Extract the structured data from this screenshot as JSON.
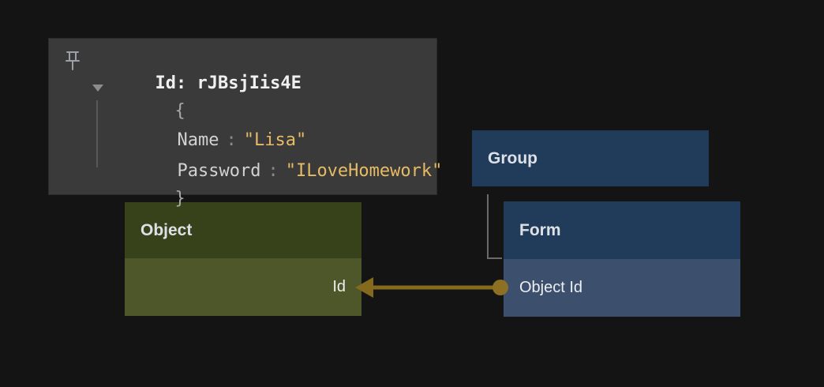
{
  "colors": {
    "background": "#141414",
    "tooltip_bg": "#3a3a3a",
    "tooltip_title_text": "#f0f0f0",
    "string_value": "#e6bb64",
    "object_header": "#37421b",
    "object_row": "#4d5729",
    "group_header": "#213c5b",
    "form_header": "#213c5b",
    "form_row": "#3c4f6d",
    "relation_edge": "#85691d",
    "relation_dot": "#8d7023",
    "hierarchy_edge": "#6a6a6a"
  },
  "tooltip": {
    "pin_icon": "pin-icon",
    "expander_icon": "collapse-triangle-icon",
    "title": "Id: rJBsjIis4E",
    "open_brace": "{",
    "close_brace": "}",
    "fields": [
      {
        "key": "Name",
        "separator": ":",
        "value": "\"Lisa\""
      },
      {
        "key": "Password",
        "separator": ":",
        "value": "\"ILoveHomework\""
      }
    ]
  },
  "nodes": {
    "group": {
      "title": "Group"
    },
    "form": {
      "title": "Form",
      "rows": [
        {
          "label": "Object Id"
        }
      ]
    },
    "object": {
      "title": "Object",
      "rows": [
        {
          "label": "Id"
        }
      ]
    }
  },
  "edges": [
    {
      "type": "hierarchy",
      "from": "Group",
      "to": "Form"
    },
    {
      "type": "relation",
      "from": "Form.Object Id",
      "to": "Object.Id",
      "direction": "left"
    }
  ]
}
